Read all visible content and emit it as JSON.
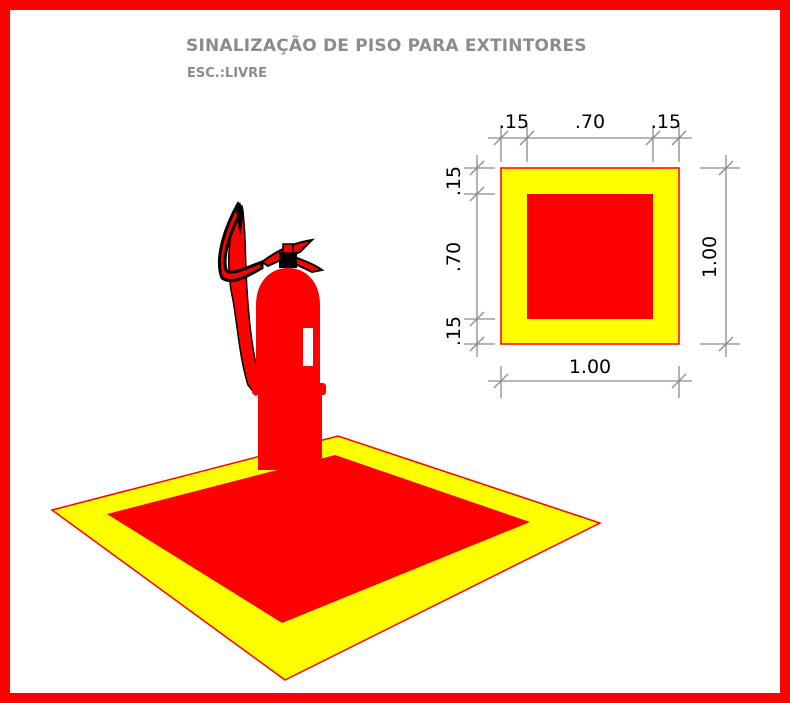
{
  "header": {
    "title": "SINALIZAÇÃO DE PISO PARA EXTINTORES",
    "scale": "ESC.:LIVRE"
  },
  "dimensions": {
    "top_left": ".15",
    "top_center": ".70",
    "top_right": ".15",
    "left_top": ".15",
    "left_center": ".70",
    "left_bottom": ".15",
    "right_total": "1.00",
    "bottom_total": "1.00"
  },
  "colors": {
    "frame": "#ff0000",
    "border_band": "#ffff00",
    "inner_square": "#ff0000",
    "dimension_lines": "#8c8c8c",
    "title_text": "#8c8c8c"
  },
  "icons": {
    "extinguisher": "fire-extinguisher-icon"
  }
}
